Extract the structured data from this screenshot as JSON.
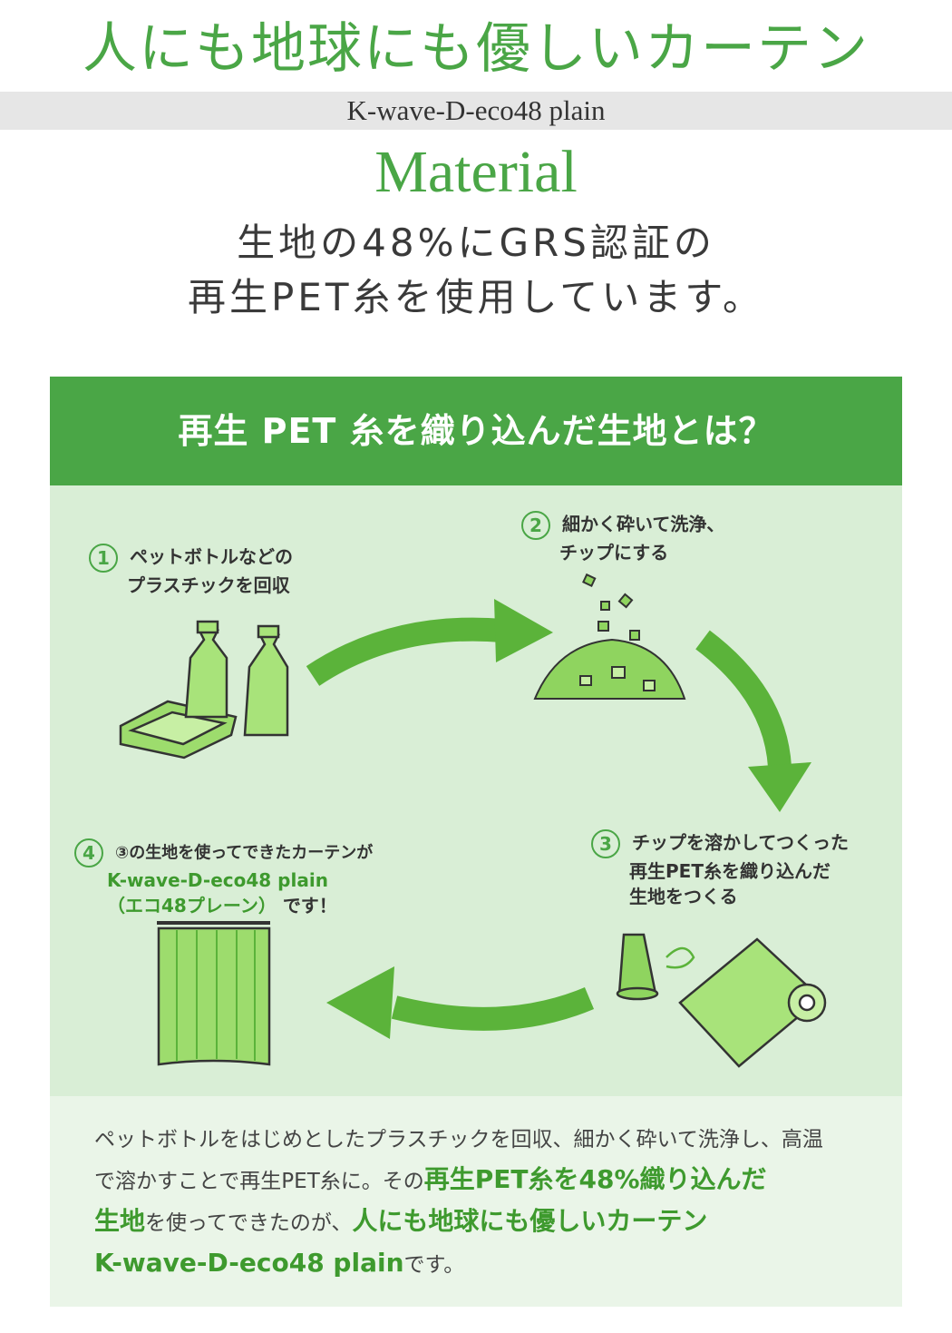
{
  "headline": "人にも地球にも優しいカーテン",
  "product_name": "K-wave-D-eco48 plain",
  "section": "Material",
  "lead": {
    "line1": "生地の48%にGRS認証の",
    "line2": "再生PET糸を使用しています。"
  },
  "panel": {
    "title": "再生 PET 糸を織り込んだ生地とは？",
    "steps": [
      {
        "num": "1",
        "line1": "ペットボトルなどの",
        "line2": "プラスチックを回収"
      },
      {
        "num": "2",
        "line1": "細かく砕いて洗浄、",
        "line2": "チップにする"
      },
      {
        "num": "3",
        "line1": "チップを溶かしてつくった",
        "line2": "再生PET糸を織り込んだ",
        "line3": "生地をつくる"
      },
      {
        "num": "4",
        "line1": "③の生地を使ってできたカーテンが",
        "line2": "K-wave-D-eco48 plain",
        "line3": "（エコ48プレーン）",
        "line3_suffix": "です！"
      }
    ]
  },
  "description": {
    "p1": "ペットボトルをはじめとしたプラスチックを回収、細かく砕いて洗浄し、高温",
    "p2": "で溶かすことで再生PET糸に。その",
    "p2_hl": "再生PET糸を48%織り込んだ",
    "p3_hl": "生地",
    "p3": "を使ってできたのが、",
    "p3_hl2": "人にも地球にも優しいカーテン",
    "p4_hl": "K-wave-D-eco48 plain",
    "p4": "です。"
  },
  "colors": {
    "accent": "#4aa646",
    "panel_bg": "#d9eed6",
    "desc_bg": "#eaf5e8",
    "band": "#e6e6e6"
  }
}
